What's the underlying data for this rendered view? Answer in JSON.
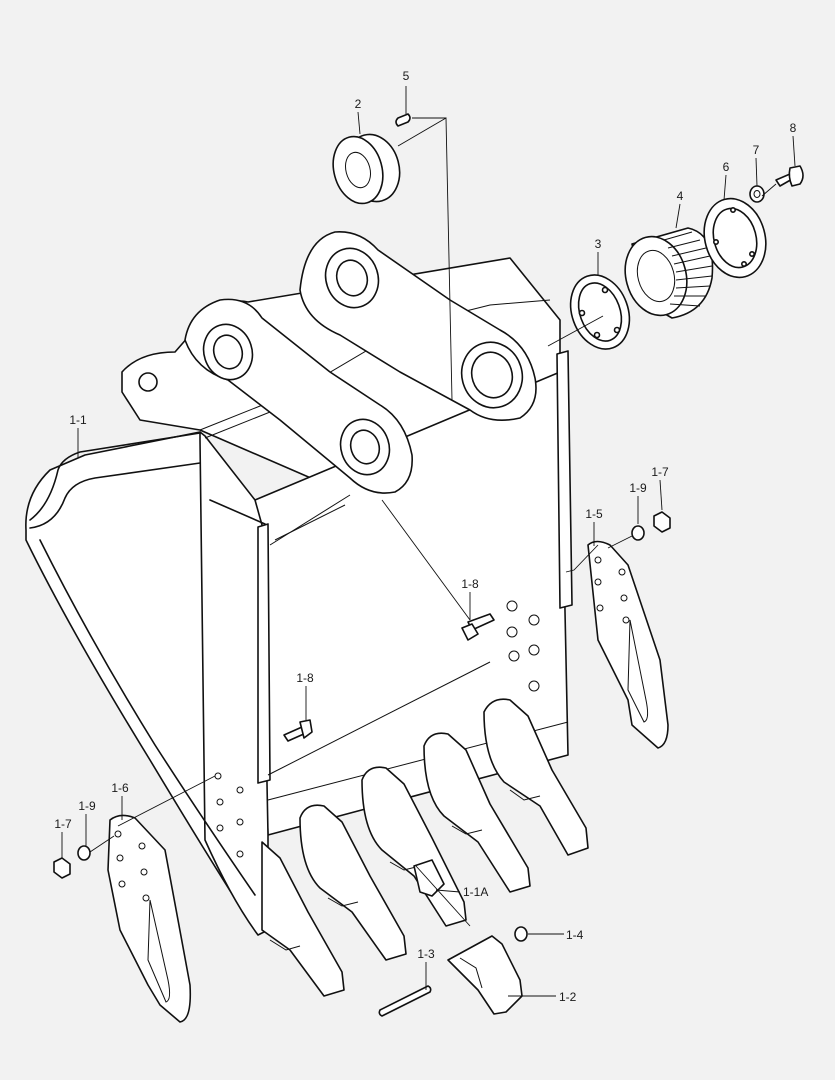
{
  "diagram": {
    "callouts": [
      {
        "id": "c-5",
        "text": "5"
      },
      {
        "id": "c-2",
        "text": "2"
      },
      {
        "id": "c-8",
        "text": "8"
      },
      {
        "id": "c-7",
        "text": "7"
      },
      {
        "id": "c-6",
        "text": "6"
      },
      {
        "id": "c-4",
        "text": "4"
      },
      {
        "id": "c-3",
        "text": "3"
      },
      {
        "id": "c-1-1",
        "text": "1-1"
      },
      {
        "id": "c-1-7a",
        "text": "1-7"
      },
      {
        "id": "c-1-9a",
        "text": "1-9"
      },
      {
        "id": "c-1-5",
        "text": "1-5"
      },
      {
        "id": "c-1-8a",
        "text": "1-8"
      },
      {
        "id": "c-1-8b",
        "text": "1-8"
      },
      {
        "id": "c-1-6",
        "text": "1-6"
      },
      {
        "id": "c-1-9b",
        "text": "1-9"
      },
      {
        "id": "c-1-7b",
        "text": "1-7"
      },
      {
        "id": "c-1-1A",
        "text": "1-1A"
      },
      {
        "id": "c-1-4",
        "text": "1-4"
      },
      {
        "id": "c-1-3",
        "text": "1-3"
      },
      {
        "id": "c-1-2",
        "text": "1-2"
      }
    ]
  }
}
